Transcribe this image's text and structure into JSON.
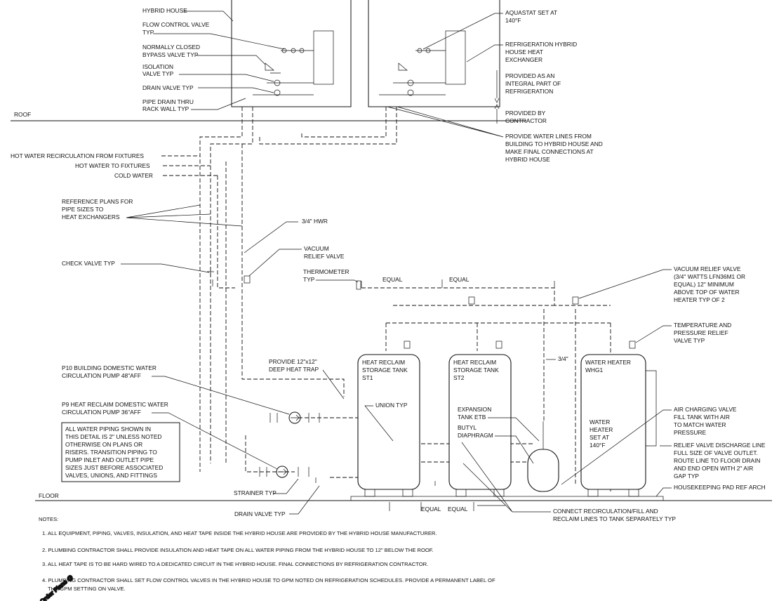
{
  "labels": {
    "hybrid_house": "HYBRID HOUSE",
    "flow_control_1": "FLOW CONTROL VALVE",
    "flow_control_2": "TYP",
    "bypass_1": "NORMALLY CLOSED",
    "bypass_2": "BYPASS VALVE TYP",
    "isolation_1": "ISOLATION",
    "isolation_2": "VALVE TYP",
    "drain_valve": "DRAIN VALVE TYP",
    "pipe_drain_1": "PIPE DRAIN THRU",
    "pipe_drain_2": "RACK WALL TYP",
    "roof": "ROOF",
    "aquastat_1": "AQUASTAT SET AT",
    "aquastat_2": "140°F",
    "hx_1": "REFRIGERATION HYBRID",
    "hx_2": "HOUSE HEAT",
    "hx_3": "EXCHANGER",
    "integral_1": "PROVIDED AS AN",
    "integral_2": "INTEGRAL PART OF",
    "integral_3": "REFRIGERATION",
    "by_contractor_1": "PROVIDED BY",
    "by_contractor_2": "CONTRACTOR",
    "water_lines_1": "PROVIDE WATER LINES FROM",
    "water_lines_2": "BUILDING TO HYBRID HOUSE AND",
    "water_lines_3": "MAKE FINAL CONNECTIONS AT",
    "water_lines_4": "HYBRID HOUSE",
    "hw_recirc": "HOT WATER RECIRCULATION FROM FIXTURES",
    "hw_fixtures": "HOT WATER TO FIXTURES",
    "cold_water": "COLD WATER",
    "ref_plans_1": "REFERENCE PLANS FOR",
    "ref_plans_2": "PIPE SIZES TO",
    "ref_plans_3": "HEAT EXCHANGERS",
    "hwr": "3/4\" HWR",
    "vac_relief_1": "VACUUM",
    "vac_relief_2": "RELIEF VALVE",
    "check_valve": "CHECK VALVE TYP",
    "thermometer_1": "THERMOMETER",
    "thermometer_2": "TYP",
    "equal": "EQUAL",
    "vac_relief_r_1": "VACUUM RELIEF VALVE",
    "vac_relief_r_2": "(3/4\" WATTS LFN36M1 OR",
    "vac_relief_r_3": "EQUAL) 12\" MINIMUM",
    "vac_relief_r_4": "ABOVE TOP OF WATER",
    "vac_relief_r_5": "HEATER TYP OF 2",
    "tp_relief_1": "TEMPERATURE AND",
    "tp_relief_2": "PRESSURE RELIEF",
    "tp_relief_3": "VALVE TYP",
    "heat_trap_1": "PROVIDE 12\"x12\"",
    "heat_trap_2": "DEEP HEAT TRAP",
    "three_quarter": "3/4\"",
    "p10_1": "P10 BUILDING DOMESTIC WATER",
    "p10_2": "CIRCULATION PUMP 48\"AFF",
    "p9_1": "P9 HEAT RECLAIM DOMESTIC WATER",
    "p9_2": "CIRCULATION PUMP 36\"AFF",
    "union": "UNION TYP",
    "expansion_1": "EXPANSION",
    "expansion_2": "TANK ETB",
    "butyl_1": "BUTYL",
    "butyl_2": "DIAPHRAGM",
    "air_charging_1": "AIR CHARGING VALVE",
    "air_charging_2": "FILL TANK WITH AIR",
    "air_charging_3": "TO MATCH WATER",
    "air_charging_4": "PRESSURE",
    "discharge_1": "RELIEF VALVE DISCHARGE LINE",
    "discharge_2": "FULL SIZE OF VALVE OUTLET.",
    "discharge_3": "ROUTE LINE TO FLOOR DRAIN",
    "discharge_4": "AND END OPEN WITH 2\" AIR",
    "discharge_5": "GAP TYP",
    "housekeeping": "HOUSEKEEPING PAD REF ARCH",
    "strainer": "STRAINER TYP",
    "drain_valve_bottom": "DRAIN VALVE TYP",
    "connect_1": "CONNECT RECIRCULATION/FILL AND",
    "connect_2": "RECLAIM LINES TO TANK SEPARATELY TYP",
    "floor": "FLOOR",
    "tank_st1_1": "HEAT RECLAIM",
    "tank_st1_2": "STORAGE TANK",
    "tank_st1_3": "ST1",
    "tank_st2_1": "HEAT RECLAIM",
    "tank_st2_2": "STORAGE TANK",
    "tank_st2_3": "ST2",
    "whg1_1": "WATER HEATER",
    "whg1_2": "WHG1",
    "whg1_set_1": "WATER",
    "whg1_set_2": "HEATER",
    "whg1_set_3": "SET AT",
    "whg1_set_4": "140°F",
    "pipe_note_1": "ALL WATER PIPING SHOWN IN",
    "pipe_note_2": "THIS DETAIL IS 2\" UNLESS NOTED",
    "pipe_note_3": "OTHERWISE ON PLANS OR",
    "pipe_note_4": "RISERS. TRANSITION PIPING TO",
    "pipe_note_5": "PUMP INLET AND OUTLET PIPE",
    "pipe_note_6": "SIZES JUST BEFORE ASSOCIATED",
    "pipe_note_7": "VALVES, UNIONS, AND FITTINGS"
  },
  "notes": {
    "heading": "NOTES:",
    "n1": "1. ALL EQUIPMENT, PIPING, VALVES, INSULATION, AND HEAT TAPE INSIDE THE HYBRID HOUSE ARE PROVIDED BY THE HYBRID HOUSE MANUFACTURER.",
    "n2": "2. PLUMBING CONTRACTOR SHALL PROVIDE INSULATION AND HEAT TAPE ON ALL WATER PIPING FROM THE HYBRID HOUSE TO 12\" BELOW THE ROOF.",
    "n3": "3. ALL HEAT TAPE IS TO BE HARD WIRED TO A DEDICATED CIRCUIT IN THE HYBRID HOUSE. FINAL CONNECTIONS BY REFRIGERATION CONTRACTOR.",
    "n4a": "4. PLUMBING CONTRACTOR SHALL SET FLOW CONTROL VALVES IN THE HYBRID HOUSE TO GPM NOTED ON REFRIGERATION SCHEDULES.  PROVIDE A PERMANENT LABEL OF",
    "n4b": "THE GPM SETTING ON VALVE."
  },
  "watermark": {
    "text": "Order Plans @"
  }
}
